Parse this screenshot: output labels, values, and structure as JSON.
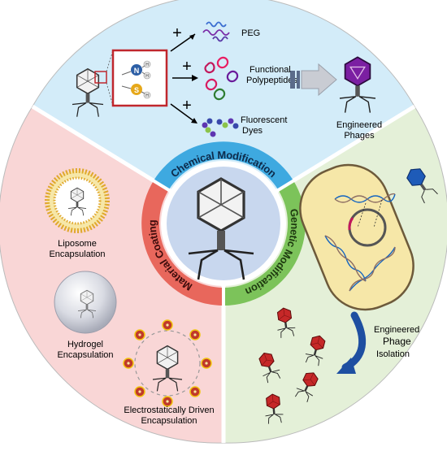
{
  "hub": {
    "chemical": "Chemical Modification",
    "genetic": "Genetic Modification",
    "material": "Material Coating"
  },
  "chemical_panel": {
    "plus": "+",
    "amine_label": "N",
    "thiol_label": "S",
    "h_label": "H",
    "peg": "PEG",
    "functional_line1": "Functional",
    "functional_line2": "Polypeptides",
    "fluorescent_line1": "Fluorescent",
    "fluorescent_line2": "Dyes",
    "engineered_line1": "Engineered",
    "engineered_line2": "Phages"
  },
  "material_panel": {
    "liposome_line1": "Liposome",
    "liposome_line2": "Encapsulation",
    "hydrogel_line1": "Hydrogel",
    "hydrogel_line2": "Encapsulation",
    "electro_line1": "Electrostatically Driven",
    "electro_line2": "Encapsulation"
  },
  "genetic_panel": {
    "isolation_line1": "Engineered",
    "isolation_line2": "Phage",
    "isolation_line3": "Isolation"
  },
  "colors": {
    "chemical_bg": "#d3ecf9",
    "chemical_band": "#3ea9e0",
    "genetic_bg": "#e4f0d8",
    "genetic_band": "#7cc35a",
    "material_bg": "#f9d6d6",
    "material_band": "#e8675c",
    "center_bg": "#c8d7ee",
    "highlight_box": "#c0272d",
    "engineered_capsid": "#7b1fa2",
    "red_capsid": "#c62828",
    "blue_capsid": "#1e5bb8"
  }
}
